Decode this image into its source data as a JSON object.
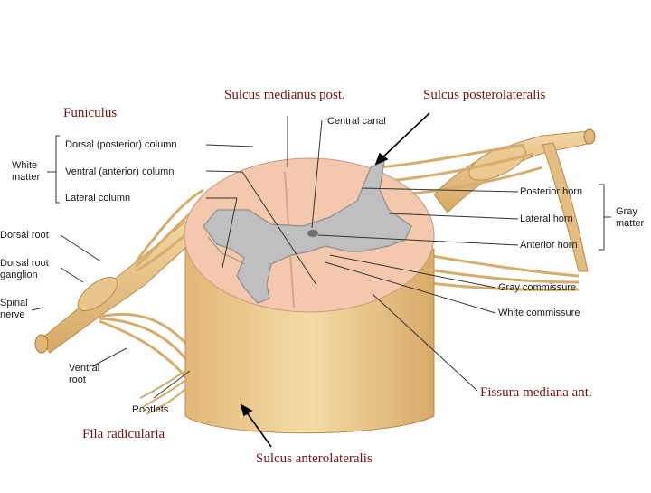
{
  "latin_labels": {
    "funiculus": "Funiculus",
    "sulcus_medianus_post": "Sulcus medianus post.",
    "sulcus_posterolateralis": "Sulcus posterolateralis",
    "fissura_mediana_ant": "Fissura mediana ant.",
    "fila_radicularia": "Fila radicularia",
    "sulcus_anterolateralis": "Sulcus anterolateralis"
  },
  "english_labels": {
    "white_matter": "White\nmatter",
    "dorsal_column": "Dorsal (posterior) column",
    "ventral_column": "Ventral (anterior) column",
    "lateral_column": "Lateral column",
    "central_canal": "Central canal",
    "dorsal_root": "Dorsal root",
    "dorsal_root_ganglion": "Dorsal root\nganglion",
    "spinal_nerve": "Spinal\nnerve",
    "ventral_root": "Ventral\nroot",
    "rootlets": "Rootlets",
    "posterior_horn": "Posterior horn",
    "lateral_horn": "Lateral horn",
    "anterior_horn": "Anterior horn",
    "gray_matter": "Gray\nmatter",
    "gray_commissure": "Gray commissure",
    "white_commissure": "White commissure"
  },
  "colors": {
    "latin_label_color": "#7a1010",
    "white_matter": "#f3c8ad",
    "gray_matter": "#bcbcbc",
    "cord_side": "#ecc98b",
    "nerve": "#e6be86"
  }
}
